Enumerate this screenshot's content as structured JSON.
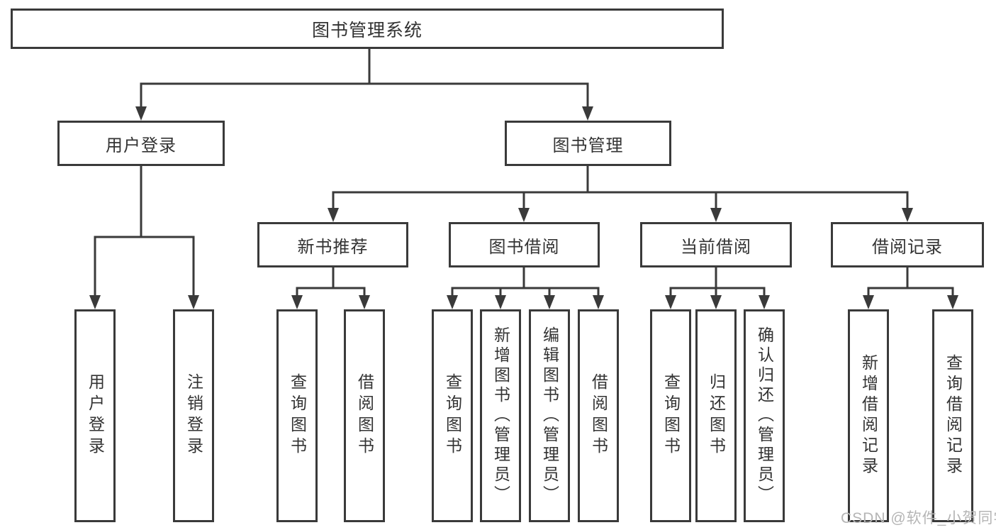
{
  "tree": {
    "label": "图书管理系统",
    "children": [
      {
        "label": "用户登录",
        "children": [
          {
            "label": "用户登录"
          },
          {
            "label": "注销登录"
          }
        ]
      },
      {
        "label": "图书管理",
        "children": [
          {
            "label": "新书推荐",
            "children": [
              {
                "label": "查询图书"
              },
              {
                "label": "借阅图书"
              }
            ]
          },
          {
            "label": "图书借阅",
            "children": [
              {
                "label": "查询图书"
              },
              {
                "label": "新增图书（管理员）"
              },
              {
                "label": "编辑图书（管理员）"
              },
              {
                "label": "借阅图书"
              }
            ]
          },
          {
            "label": "当前借阅",
            "children": [
              {
                "label": "查询图书"
              },
              {
                "label": "归还图书"
              },
              {
                "label": "确认归还（管理员）"
              }
            ]
          },
          {
            "label": "借阅记录",
            "children": [
              {
                "label": "新增借阅记录"
              },
              {
                "label": "查询借阅记录"
              }
            ]
          }
        ]
      }
    ]
  },
  "colors": {
    "line": "#3a3a3a",
    "border": "#3a3a3a",
    "text": "#333333",
    "watermark": "#b5b5b5"
  },
  "watermark": "CSDN @软件_小贺同学"
}
